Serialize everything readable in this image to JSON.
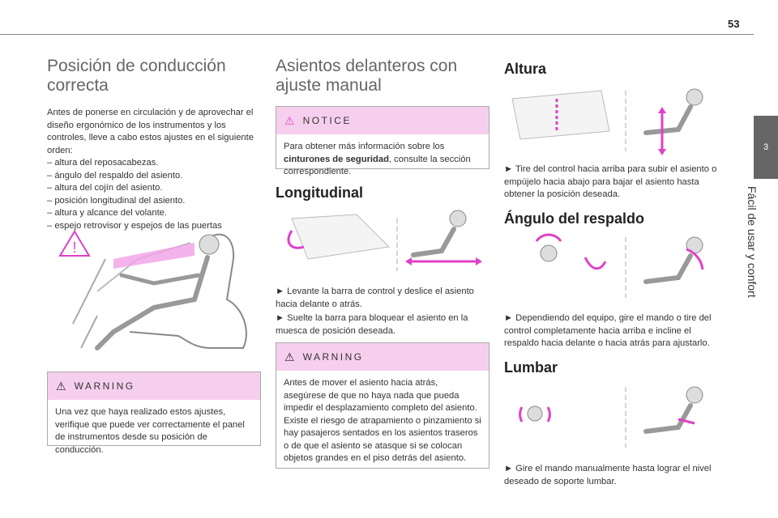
{
  "page_number": "53",
  "side_tab": {
    "number": "3",
    "title": "Fácil de usar y confort"
  },
  "col1": {
    "title": "Posición de conducción correcta",
    "intro": "Antes de ponerse en circulación y de aprovechar el diseño ergonómico de los instrumentos y los controles, lleve a cabo estos ajustes en el siguiente orden:",
    "items": [
      "– altura del reposacabezas.",
      "– ángulo del respaldo del asiento.",
      "– altura del cojín del asiento.",
      "– posición longitudinal del asiento.",
      "– altura y alcance del volante.",
      "– espejo retrovisor y espejos de las puertas"
    ],
    "warning_label": "WARNING",
    "warning_text": "Una vez que haya realizado estos ajustes, verifique que puede ver correctamente el panel de instrumentos desde su posición de conducción."
  },
  "col2": {
    "title": "Asientos delanteros con ajuste manual",
    "notice_label": "NOTICE",
    "notice_text_1": "Para obtener más información sobre los ",
    "notice_bold": "cinturones de seguridad",
    "notice_text_2": ", consulte la sección correspondiente.",
    "section_title": "Longitudinal",
    "step1": "► Levante la barra de control y deslice el asiento hacia delante o atrás.",
    "step2": "► Suelte la barra para bloquear el asiento en la muesca de posición deseada.",
    "warning_label": "WARNING",
    "warning_text": "Antes de mover el asiento hacia atrás, asegúrese de que no haya nada que pueda impedir el desplazamiento completo del asiento. Existe el riesgo de atrapamiento o pinzamiento si hay pasajeros sentados en los asientos traseros o de que el asiento se atasque si se colocan objetos grandes en el piso detrás del asiento."
  },
  "col3": {
    "altura_title": "Altura",
    "altura_text": "► Tire del control hacia arriba para subir el asiento o empújelo hacia abajo para bajar el asiento hasta obtener la posición deseada.",
    "angulo_title": "Ángulo del respaldo",
    "angulo_text": "► Dependiendo del equipo, gire el mando o tire del control completamente hacia arriba e incline el respaldo hacia delante o hacia atrás para ajustarlo.",
    "lumbar_title": "Lumbar",
    "lumbar_text": "► Gire el mando manualmente hasta lograr el nivel deseado de soporte lumbar."
  },
  "colors": {
    "accent": "#e040c8",
    "box_head": "#f7cfee",
    "side_tab": "#666666"
  }
}
